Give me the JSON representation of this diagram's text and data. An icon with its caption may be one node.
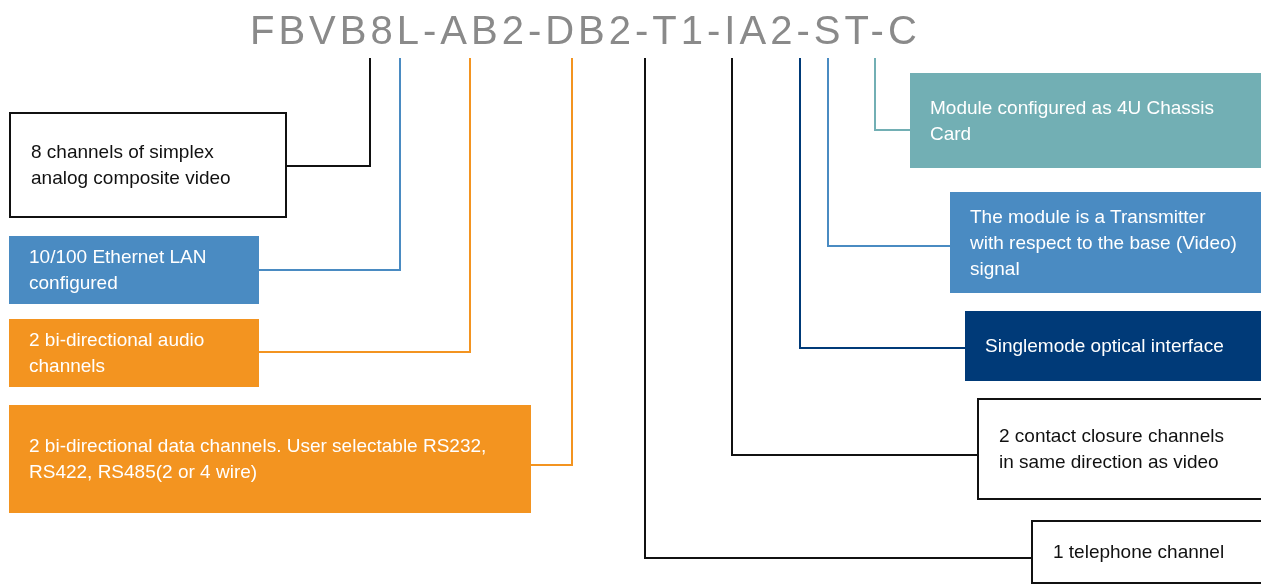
{
  "diagram": {
    "title": "FBVB8L-AB2-DB2-T1-IA2-ST-C",
    "nodes": [
      {
        "text": [
          "8 channels of simplex analog composite video"
        ]
      },
      {
        "text": [
          "10/100 Ethernet LAN configured"
        ]
      },
      {
        "text": [
          "2 bi-directional audio channels"
        ]
      },
      {
        "text": [
          "2 bi-directional data channels. User selectable RS232, RS422, RS485(2 or 4 wire)"
        ]
      },
      {
        "text": [
          "Module configured as 4U Chassis Card"
        ]
      },
      {
        "text": [
          "The module is a Transmitter with respect to the base (Video) signal"
        ]
      },
      {
        "text": [
          "Singlemode optical interface"
        ]
      },
      {
        "text": [
          "2 contact closure channels in same direction as video"
        ]
      },
      {
        "text": [
          "1 telephone channel"
        ]
      }
    ],
    "edges": [
      {
        "from": 0,
        "to": null,
        "arrow": "none"
      },
      {
        "from": 1,
        "to": null,
        "arrow": "none",
        "color": "#4a8bc2"
      },
      {
        "from": 2,
        "to": null,
        "arrow": "none",
        "color": "#f39420"
      },
      {
        "from": 3,
        "to": null,
        "arrow": "none",
        "color": "#f39420"
      },
      {
        "from": 4,
        "to": null,
        "arrow": "none",
        "color": "#72afb4"
      },
      {
        "from": 5,
        "to": null,
        "arrow": "none",
        "color": "#4a8bc2"
      },
      {
        "from": 6,
        "to": null,
        "arrow": "none",
        "color": "#003a78"
      },
      {
        "from": 7,
        "to": null,
        "arrow": "none"
      },
      {
        "from": 8,
        "to": null,
        "arrow": "none"
      }
    ]
  }
}
